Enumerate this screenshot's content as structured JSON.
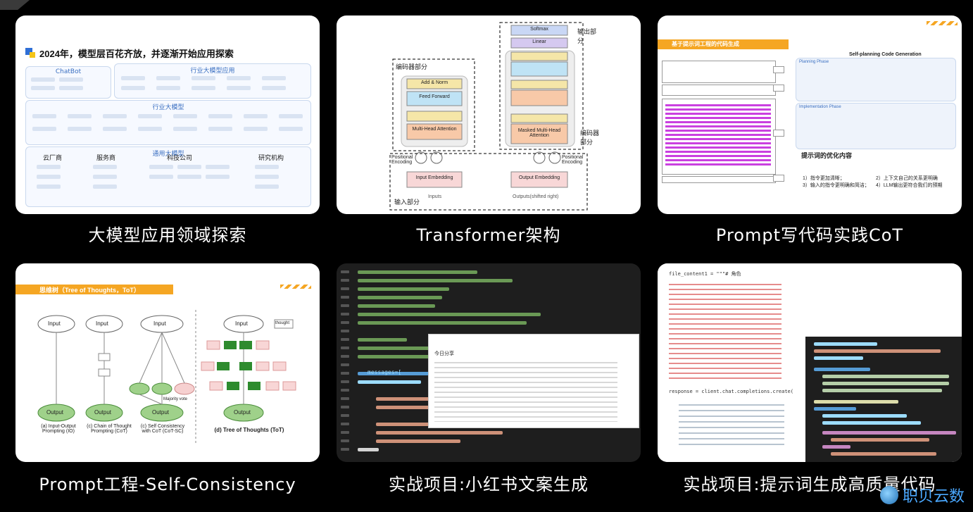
{
  "cards": [
    {
      "caption": "大模型应用领域探索",
      "thumb": {
        "title": "2024年，模型层百花齐放，并逐渐开始应用探索",
        "sections": [
          "ChatBot",
          "行业大模型应用",
          "行业大模型",
          "通用大模型"
        ],
        "groups": [
          "云厂商",
          "服务商",
          "科技公司",
          "研究机构"
        ]
      }
    },
    {
      "caption": "Transformer架构",
      "thumb": {
        "blocks": {
          "softmax": "Softmax",
          "linear": "Linear",
          "add_norm": "Add & Norm",
          "feed_forward": "Feed Forward",
          "multi_head": "Multi-Head Attention",
          "masked": "Masked Multi-Head Attention",
          "pos_enc": "Positional Encoding",
          "input_emb": "Input Embedding",
          "output_emb": "Output Embedding",
          "inputs": "Inputs",
          "outputs": "Outputs(shifted right)"
        },
        "labels": {
          "encoder": "编码器部分",
          "decoder": "编码器部分",
          "output_part": "输出部分",
          "input_part": "输入部分"
        }
      }
    },
    {
      "caption": "Prompt写代码实践CoT",
      "thumb": {
        "banner": "基于提示词工程的代码生成",
        "diagram_title": "Self-planning Code Generation",
        "phases": [
          "Planning Phase",
          "Implementation Phase"
        ],
        "note_title": "提示词的优化内容",
        "note_items": [
          "1）指令更加清晰；",
          "2）上下文自己的关系更明确",
          "3）输入的指令更明确和简洁；",
          "4）LLM输出更符合我们的预期"
        ]
      }
    },
    {
      "caption": "Prompt工程-Self-Consistency",
      "thumb": {
        "banner": "思维树（Tree of Thoughts，ToT）",
        "node_input": "Input",
        "node_output": "Output",
        "thought": "thought",
        "majority": "Majority vote",
        "subcaptions": [
          "(a) Input-Output Prompting (IO)",
          "(c) Chain of Thought Prompting (CoT)",
          "(c) Self Consistency with CoT (CoT-SC)",
          "(d) Tree of Thoughts (ToT)"
        ]
      }
    },
    {
      "caption": "实战项目:小红书文案生成",
      "thumb": {
        "popup_title": "今日分享",
        "code_keyword": "messages=["
      }
    },
    {
      "caption": "实战项目:提示词生成高质量代码",
      "thumb": {
        "first_line": "file_content1 = \"\"\"# 角色",
        "code_call": "response = client.chat.completions.create("
      }
    }
  ],
  "watermark": {
    "text": "职贝云数"
  },
  "colors": {
    "background": "#000000",
    "banner": "#f5a623",
    "accent": "#3a6fc1",
    "green": "#2e8b2e"
  }
}
